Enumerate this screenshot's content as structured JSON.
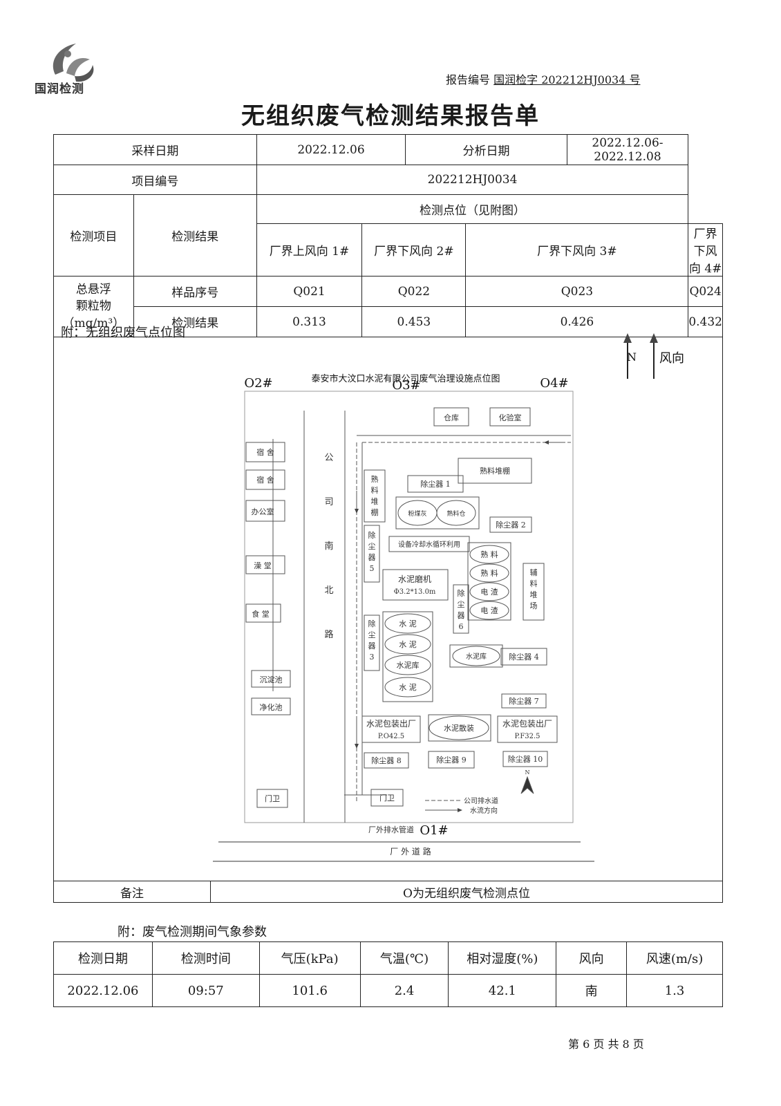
{
  "logo": {
    "text": "国润检测"
  },
  "header": {
    "report_no_label": "报告编号",
    "report_no_value": "国润检字 202212HJ0034 号"
  },
  "title": "无组织废气检测结果报告单",
  "info": {
    "sampling_date_label": "采样日期",
    "sampling_date": "2022.12.06",
    "analysis_date_label": "分析日期",
    "analysis_date": "2022.12.06-2022.12.08",
    "project_no_label": "项目编号",
    "project_no": "202212HJ0034"
  },
  "results": {
    "item_header": "检测项目",
    "result_header": "检测结果",
    "points_header": "检测点位（见附图）",
    "points": [
      "厂界上风向 1#",
      "厂界下风向 2#",
      "厂界下风向 3#",
      "厂界下风向 4#"
    ],
    "item_name_1": "总悬浮",
    "item_name_2": "颗粒物",
    "item_name_3": "（mg/m³）",
    "sample_label": "样品序号",
    "samples": [
      "Q021",
      "Q022",
      "Q023",
      "Q024"
    ],
    "value_label": "检测结果",
    "values": [
      "0.313",
      "0.453",
      "0.426",
      "0.432"
    ]
  },
  "attachment": {
    "label": "附：无组织废气点位图",
    "wind_n": "N",
    "wind_label": "风向",
    "map_title": "泰安市大汶口水泥有限公司废气治理设施点位图",
    "points": {
      "o1": "O1#",
      "o2": "O2#",
      "o3": "O3#",
      "o4": "O4#"
    },
    "buildings": {
      "dorm1": "宿 舍",
      "dorm2": "宿 舍",
      "office": "办公室",
      "bath": "澡 堂",
      "canteen": "食 堂",
      "settle": "沉淀池",
      "purify": "净化池",
      "gate1": "门卫",
      "gate2": "门卫",
      "warehouse": "仓库",
      "lab": "化验室",
      "clinker_shed": "熟料堆棚",
      "road_chars": [
        "公",
        "司",
        "南",
        "北",
        "路"
      ],
      "clinker_pile_chars": [
        "熟",
        "料",
        "堆",
        "棚"
      ],
      "dust1": "除尘器 1",
      "dust2": "除尘器 2",
      "dust4": "除尘器 4",
      "dust7": "除尘器 7",
      "dust8": "除尘器 8",
      "dust9": "除尘器 9",
      "dust10": "除尘器 10",
      "dust5_chars": [
        "除",
        "尘",
        "器",
        "5"
      ],
      "dust6_chars": [
        "除",
        "尘",
        "器",
        "6"
      ],
      "dust3_chars": [
        "除",
        "尘",
        "器",
        "3"
      ],
      "silo_a": "粉煤灰",
      "silo_b": "熟料仓",
      "cooling": "设备冷却水循环利用",
      "mill_1": "水泥磨机",
      "mill_2": "Φ3.2*13.0m",
      "round_silos": [
        "熟 料",
        "熟 料",
        "电 渣",
        "电 渣"
      ],
      "cement_silos": [
        "水 泥",
        "水 泥",
        "水泥库",
        "水 泥"
      ],
      "aux_chars": [
        "辅",
        "料",
        "堆",
        "场"
      ],
      "cement_store": "水泥库",
      "bulk": "水泥散装",
      "pack1_1": "水泥包装出厂",
      "pack1_2": "P.O42.5",
      "pack2_1": "水泥包装出厂",
      "pack2_2": "P.F32.5",
      "legend_drain": "公司排水道",
      "legend_flow": "水流方向",
      "outside_pipe": "厂外排水管道",
      "outside_road": "厂 外 道 路",
      "compass_n": "N"
    }
  },
  "remark": {
    "label": "备注",
    "value": "O为无组织废气检测点位"
  },
  "weather": {
    "caption": "附：废气检测期间气象参数",
    "headers": [
      "检测日期",
      "检测时间",
      "气压(kPa)",
      "气温(℃)",
      "相对湿度(%)",
      "风向",
      "风速(m/s)"
    ],
    "row": [
      "2022.12.06",
      "09:57",
      "101.6",
      "2.4",
      "42.1",
      "南",
      "1.3"
    ]
  },
  "footer": {
    "page": "第 6 页 共 8 页"
  }
}
